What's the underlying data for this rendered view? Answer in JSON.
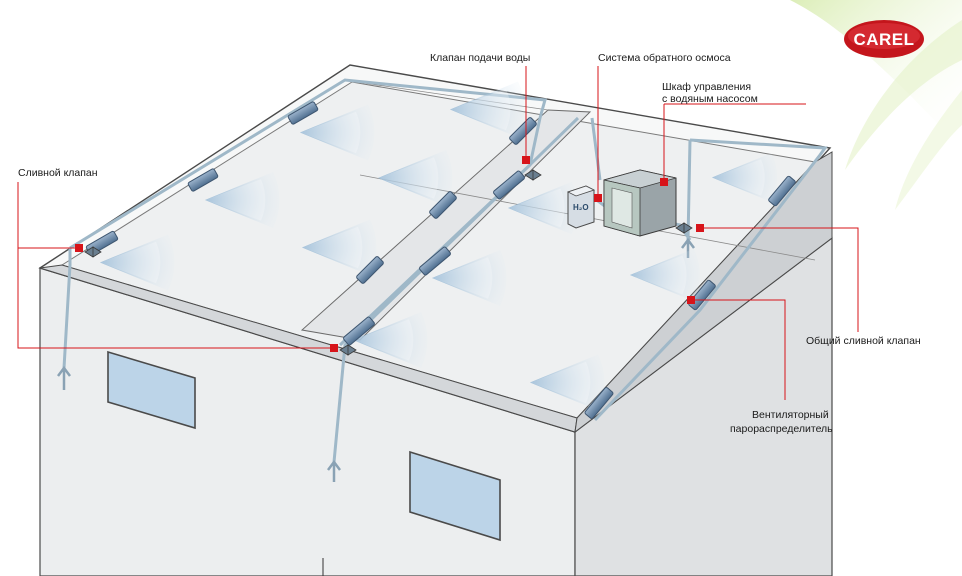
{
  "logo": {
    "text": "CAREL"
  },
  "labels": {
    "water_valve": "Клапан подачи воды",
    "ro_system": "Система обратного осмоса",
    "cabinet_line1": "Шкаф управления",
    "cabinet_line2": "с водяным насосом",
    "drain_valve": "Сливной клапан",
    "common_drain": "Общий сливной клапан",
    "fan_line1": "Вентиляторный",
    "fan_line2": "парораспределитель",
    "h2o": "H₂O"
  },
  "colors": {
    "wall_light": "#f2f3f4",
    "wall_dark": "#dcdee0",
    "outline": "#4a4a4a",
    "pipe": "#9fb8c8",
    "unit_blue": "#6f8fb0",
    "mist": "#a9c8e0",
    "marker": "#d7141a",
    "logo_red": "#c4161c"
  }
}
